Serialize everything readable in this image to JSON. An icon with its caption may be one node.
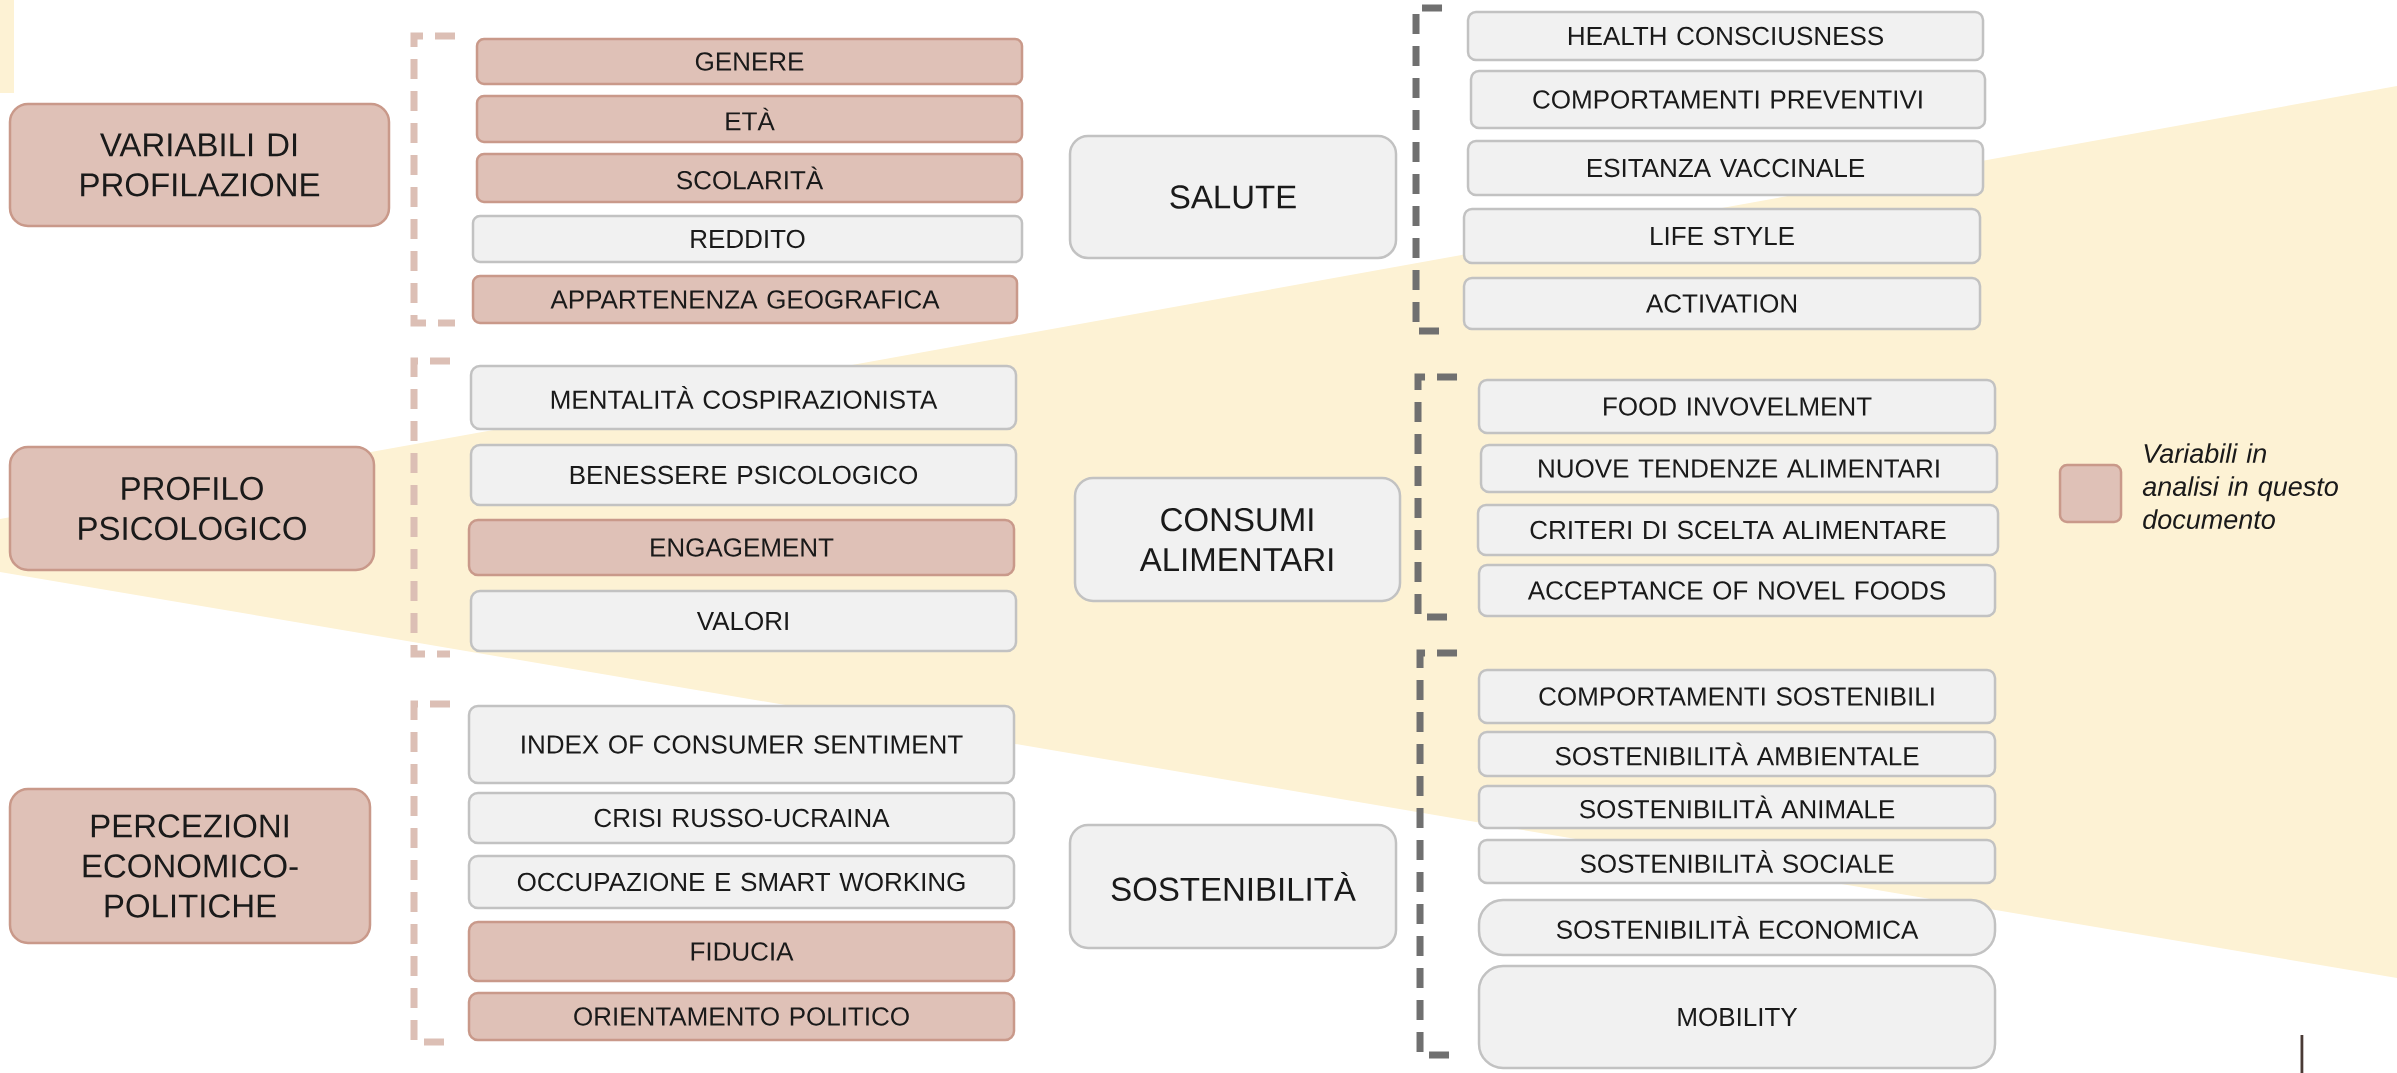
{
  "diagram": {
    "nodes": [
      {
        "text": [
          "VARIABILI DI PROFILAZIONE"
        ]
      },
      {
        "text": [
          "GENERE"
        ]
      },
      {
        "text": [
          "ETÀ"
        ]
      },
      {
        "text": [
          "SCOLARITÀ"
        ]
      },
      {
        "text": [
          "REDDITO"
        ]
      },
      {
        "text": [
          "APPARTENENZA GEOGRAFICA"
        ]
      },
      {
        "text": [
          "PROFILO PSICOLOGICO"
        ]
      },
      {
        "text": [
          "MENTALITÀ COSPIRAZIONISTA"
        ]
      },
      {
        "text": [
          "BENESSERE PSICOLOGICO"
        ]
      },
      {
        "text": [
          "ENGAGEMENT"
        ]
      },
      {
        "text": [
          "VALORI"
        ]
      },
      {
        "text": [
          "PERCEZIONI ECONOMICO-POLITICHE"
        ]
      },
      {
        "text": [
          "INDEX OF CONSUMER SENTIMENT"
        ]
      },
      {
        "text": [
          "CRISI RUSSO-UCRAINA"
        ]
      },
      {
        "text": [
          "OCCUPAZIONE E SMART WORKING"
        ]
      },
      {
        "text": [
          "FIDUCIA"
        ]
      },
      {
        "text": [
          "ORIENTAMENTO POLITICO"
        ]
      },
      {
        "text": [
          "SALUTE"
        ]
      },
      {
        "text": [
          "HEALTH CONSCIUSNESS"
        ]
      },
      {
        "text": [
          "COMPORTAMENTI PREVENTIVI"
        ]
      },
      {
        "text": [
          "ESITANZA VACCINALE"
        ]
      },
      {
        "text": [
          "LIFE STYLE"
        ]
      },
      {
        "text": [
          "ACTIVATION"
        ]
      },
      {
        "text": [
          "CONSUMI ALIMENTARI"
        ]
      },
      {
        "text": [
          "FOOD INVOVELMENT"
        ]
      },
      {
        "text": [
          "NUOVE TENDENZE ALIMENTARI"
        ]
      },
      {
        "text": [
          "CRITERI DI SCELTA ALIMENTARE"
        ]
      },
      {
        "text": [
          "ACCEPTANCE OF NOVEL FOODS"
        ]
      },
      {
        "text": [
          "SOSTENIBILITÀ"
        ]
      },
      {
        "text": [
          "COMPORTAMENTI  SOSTENIBILI"
        ]
      },
      {
        "text": [
          "SOSTENIBILITÀ AMBIENTALE"
        ]
      },
      {
        "text": [
          "SOSTENIBILITÀ ANIMALE"
        ]
      },
      {
        "text": [
          "SOSTENIBILITÀ SOCIALE"
        ]
      },
      {
        "text": [
          "SOSTENIBILITÀ ECONOMICA"
        ]
      },
      {
        "text": [
          "MOBILITY"
        ]
      }
    ],
    "legend": [
      {
        "text": "Variabili in analisi in questo documento",
        "color": "#dfc1b7"
      }
    ]
  }
}
